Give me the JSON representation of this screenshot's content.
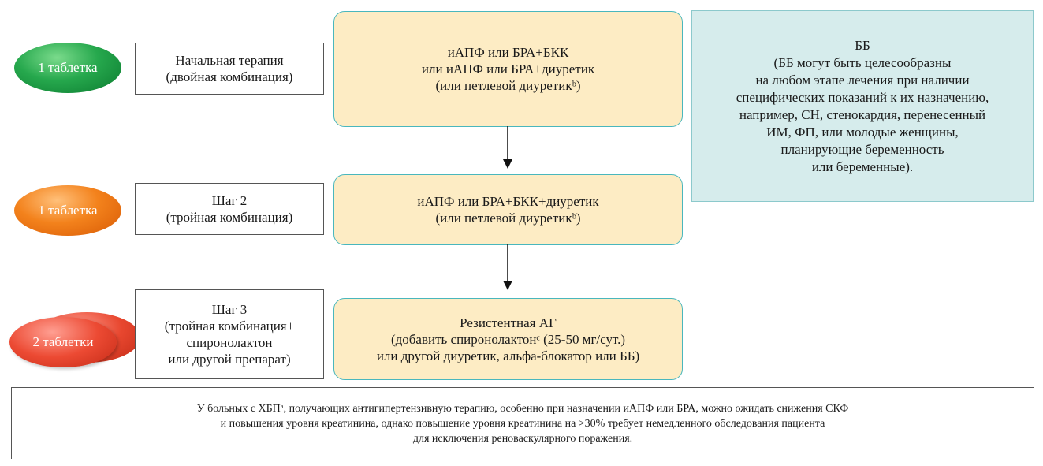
{
  "pills": [
    {
      "label": "1 таблетка"
    },
    {
      "label": "1 таблетка"
    },
    {
      "label": "2 таблетки"
    }
  ],
  "steps": [
    {
      "lines": [
        "Начальная терапия",
        "(двойная комбинация)"
      ]
    },
    {
      "lines": [
        "Шаг 2",
        "(тройная комбинация)"
      ]
    },
    {
      "lines": [
        "Шаг 3",
        "(тройная комбинация+",
        "спиронолактон",
        "или другой препарат)"
      ]
    }
  ],
  "boxes": [
    {
      "lines": [
        "иАПФ или БРА+БКК",
        "или иАПФ или БРА+диуретик",
        "(или петлевой диуретик",
        "ᵇ)"
      ]
    },
    {
      "lines": [
        "иАПФ или БРА+БКК+диуретик",
        "(или петлевой диуретик",
        "ᵇ)"
      ]
    },
    {
      "lines": [
        "Резистентная АГ",
        "(добавить спиронолактон",
        "ᶜ (25-50 мг/сут.)",
        "или другой диуретик, альфа-блокатор или ББ)"
      ]
    }
  ],
  "bb_box": {
    "lines": [
      "ББ",
      "(ББ могут быть целесообразны",
      "на любом этапе лечения при наличии",
      "специфических показаний к их назначению,",
      "например, СН, стенокардия, перенесенный",
      "ИМ, ФП, или молодые женщины,",
      "планирующие беременность",
      "или беременные)."
    ]
  },
  "note": {
    "lines": [
      "У больных с ХБП",
      "ᵃ, получающих антигипертензивную терапию, особенно при назначении иАПФ или БРА, можно ожидать снижения СКФ",
      "и повышения уровня креатинина, однако повышение уровня креатинина на >30% требует немедленного обследования пациента",
      "для исключения реноваскулярного поражения."
    ]
  }
}
